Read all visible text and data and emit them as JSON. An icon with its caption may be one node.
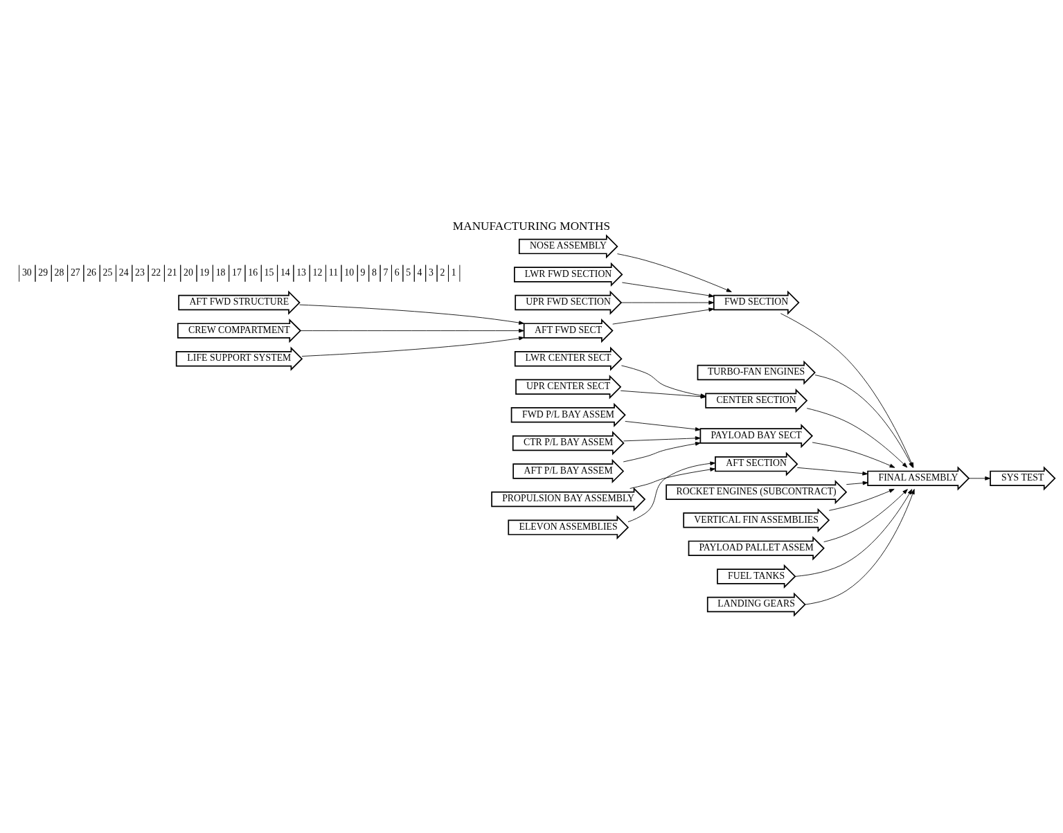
{
  "diagram": {
    "title": "MANUFACTURING MONTHS",
    "nodes": [
      {
        "text": [
          "NOSE ASSEMBLY"
        ]
      },
      {
        "text": [
          "LWR FWD SECTION"
        ]
      },
      {
        "text": [
          "UPR FWD SECTION"
        ]
      },
      {
        "text": [
          "AFT FWD STRUCTURE"
        ]
      },
      {
        "text": [
          "FWD SECTION"
        ]
      },
      {
        "text": [
          "CREW COMPARTMENT"
        ]
      },
      {
        "text": [
          "AFT FWD SECT"
        ]
      },
      {
        "text": [
          "LIFE SUPPORT SYSTEM"
        ]
      },
      {
        "text": [
          "TURBO-FAN ENGINES"
        ]
      },
      {
        "text": [
          "SYS TEST"
        ]
      },
      {
        "text": [
          "LWR CENTER SECT"
        ]
      },
      {
        "text": [
          "FINAL ASSEMBLY"
        ]
      },
      {
        "text": [
          "CENTER SECTION"
        ]
      },
      {
        "text": [
          "UPR CENTER SECT"
        ]
      },
      {
        "text": [
          "FWD P/L BAY ASSEM"
        ]
      },
      {
        "text": [
          "PAYLOAD BAY SECT"
        ]
      },
      {
        "text": [
          "CTR P/L BAY ASSEM"
        ]
      },
      {
        "text": [
          "AFT P/L BAY ASSEM"
        ]
      },
      {
        "text": [
          "PROPULSION BAY ASSEMBLY"
        ]
      },
      {
        "text": [
          "AFT SECTION"
        ]
      },
      {
        "text": [
          "ELEVON ASSEMBLIES"
        ]
      },
      {
        "text": [
          "ROCKET ENGINES (SUBCONTRACT)"
        ]
      },
      {
        "text": [
          "VERTICAL FIN ASSEMBLIES"
        ]
      },
      {
        "text": [
          "PAYLOAD PALLET ASSEM"
        ]
      },
      {
        "text": [
          "FUEL TANKS"
        ]
      },
      {
        "text": [
          "LANDING GEARS"
        ]
      }
    ],
    "edges": [
      {
        "from": 0,
        "to": 4,
        "arrow": "to"
      },
      {
        "from": 1,
        "to": 4,
        "arrow": "to"
      },
      {
        "from": 2,
        "to": 4,
        "arrow": "to"
      },
      {
        "from": 6,
        "to": 4,
        "arrow": "to"
      },
      {
        "from": 3,
        "to": 6,
        "arrow": "to"
      },
      {
        "from": 5,
        "to": 6,
        "arrow": "to"
      },
      {
        "from": 7,
        "to": 6,
        "arrow": "to"
      },
      {
        "from": 10,
        "to": 12,
        "arrow": "to"
      },
      {
        "from": 13,
        "to": 12,
        "arrow": "to"
      },
      {
        "from": 14,
        "to": 15,
        "arrow": "to"
      },
      {
        "from": 16,
        "to": 15,
        "arrow": "to"
      },
      {
        "from": 17,
        "to": 15,
        "arrow": "to"
      },
      {
        "from": 18,
        "to": 19,
        "arrow": "to"
      },
      {
        "from": 20,
        "to": 19,
        "arrow": "to"
      },
      {
        "from": 4,
        "to": 11,
        "arrow": "to"
      },
      {
        "from": 8,
        "to": 11,
        "arrow": "to"
      },
      {
        "from": 12,
        "to": 11,
        "arrow": "to"
      },
      {
        "from": 15,
        "to": 11,
        "arrow": "to"
      },
      {
        "from": 19,
        "to": 11,
        "arrow": "to"
      },
      {
        "from": 21,
        "to": 11,
        "arrow": "to"
      },
      {
        "from": 22,
        "to": 11,
        "arrow": "to"
      },
      {
        "from": 23,
        "to": 11,
        "arrow": "to"
      },
      {
        "from": 24,
        "to": 11,
        "arrow": "to"
      },
      {
        "from": 25,
        "to": 11,
        "arrow": "to"
      },
      {
        "from": 11,
        "to": 9,
        "arrow": "to"
      }
    ],
    "labels": [
      "30",
      "29",
      "28",
      "27",
      "26",
      "25",
      "24",
      "23",
      "22",
      "21",
      "20",
      "19",
      "18",
      "17",
      "16",
      "15",
      "14",
      "13",
      "12",
      "11",
      "10",
      "9",
      "8",
      "7",
      "6",
      "5",
      "4",
      "3",
      "2",
      "1"
    ]
  }
}
